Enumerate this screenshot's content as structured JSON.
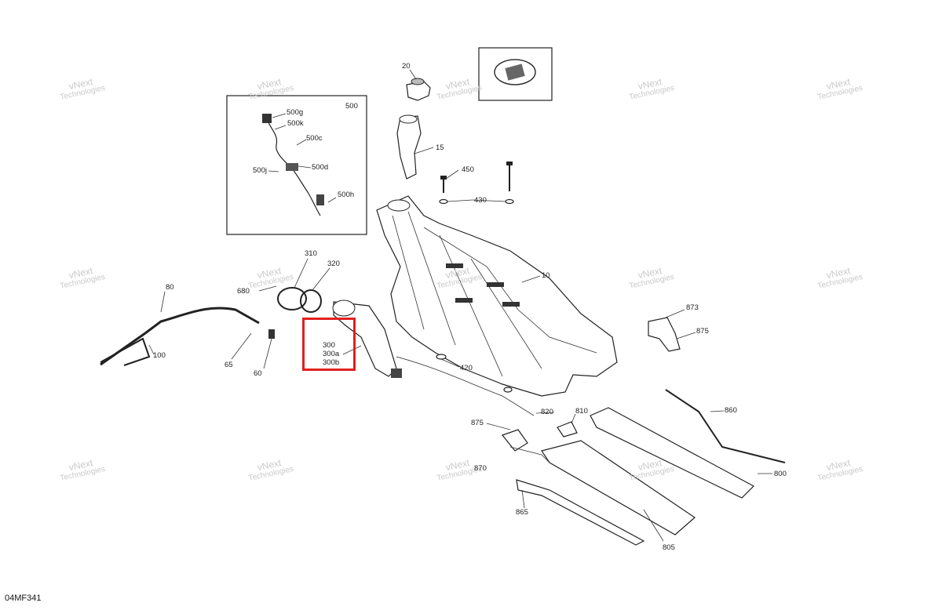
{
  "diagram_code": "04MF341",
  "watermark": {
    "line1": "vNext",
    "line2": "Technologies",
    "small": "vNext Technologies"
  },
  "inset_label": "500",
  "highlight": {
    "lines": [
      "300",
      "300a",
      "300b"
    ]
  },
  "labels": {
    "p20": "20",
    "p15": "15",
    "p450": "450",
    "p430": "430",
    "p10": "10",
    "p500g": "500g",
    "p500k": "500k",
    "p500c": "500c",
    "p500d": "500d",
    "p500j": "500j",
    "p500h": "500h",
    "p310": "310",
    "p320": "320",
    "p680": "680",
    "p80": "80",
    "p100": "100",
    "p65": "65",
    "p60": "60",
    "p420": "420",
    "p873": "873",
    "p875a": "875",
    "p860": "860",
    "p820": "820",
    "p810": "810",
    "p875b": "875",
    "p870": "870",
    "p800": "800",
    "p865": "865",
    "p805": "805"
  }
}
